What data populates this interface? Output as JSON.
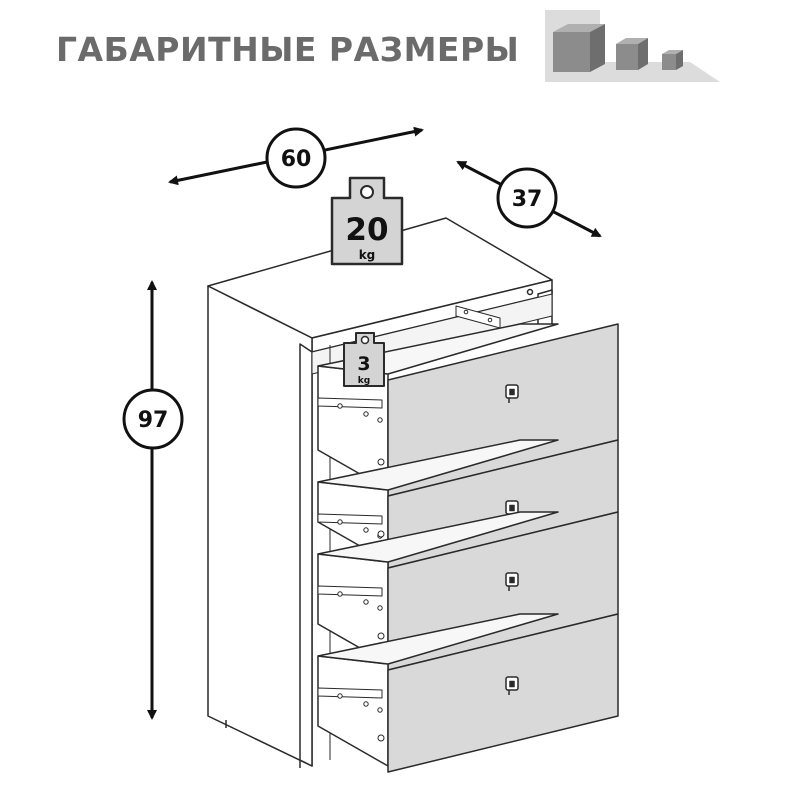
{
  "header": {
    "title": "ГАБАРИТНЫЕ РАЗМЕРЫ",
    "icon": "size-cubes-icon"
  },
  "dimensions": {
    "width": "60",
    "depth": "37",
    "height": "97"
  },
  "load_limits": {
    "top": {
      "value": "20",
      "unit": "kg"
    },
    "drawer": {
      "value": "3",
      "unit": "kg"
    }
  },
  "colors": {
    "title": "#6b6b6b",
    "drawer_front": "#d9d9d9",
    "cube_dark": "#8c8c8c",
    "outline": "#2a2a2a",
    "weight_fill": "#d4d4d4"
  }
}
